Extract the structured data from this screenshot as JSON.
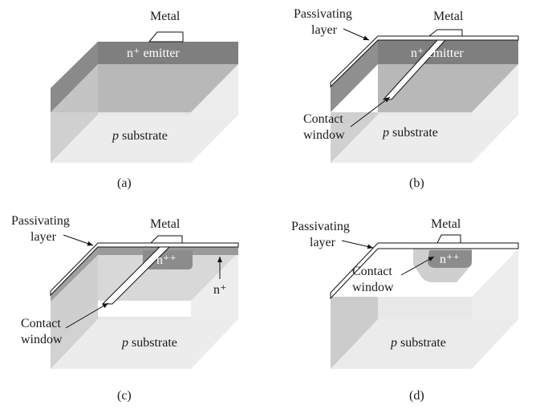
{
  "panels": {
    "a": {
      "caption": "(a)",
      "metal": "Metal",
      "emitter": "n⁺ emitter",
      "substrate_p": "p",
      "substrate_rest": " substrate"
    },
    "b": {
      "caption": "(b)",
      "metal": "Metal",
      "passivating_line1": "Passivating",
      "passivating_line2": "layer",
      "emitter": "n⁺ emitter",
      "contact_line1": "Contact",
      "contact_line2": "window",
      "substrate_p": "p",
      "substrate_rest": " substrate"
    },
    "c": {
      "caption": "(c)",
      "metal": "Metal",
      "passivating_line1": "Passivating",
      "passivating_line2": "layer",
      "n_pp": "n⁺⁺",
      "n_p": "n⁺",
      "contact_line1": "Contact",
      "contact_line2": "window",
      "substrate_p": "p",
      "substrate_rest": " substrate"
    },
    "d": {
      "caption": "(d)",
      "metal": "Metal",
      "passivating_line1": "Passivating",
      "passivating_line2": "layer",
      "n_pp": "n⁺⁺",
      "contact_line1": "Contact",
      "contact_line2": "window",
      "substrate_p": "p",
      "substrate_rest": " substrate"
    }
  }
}
